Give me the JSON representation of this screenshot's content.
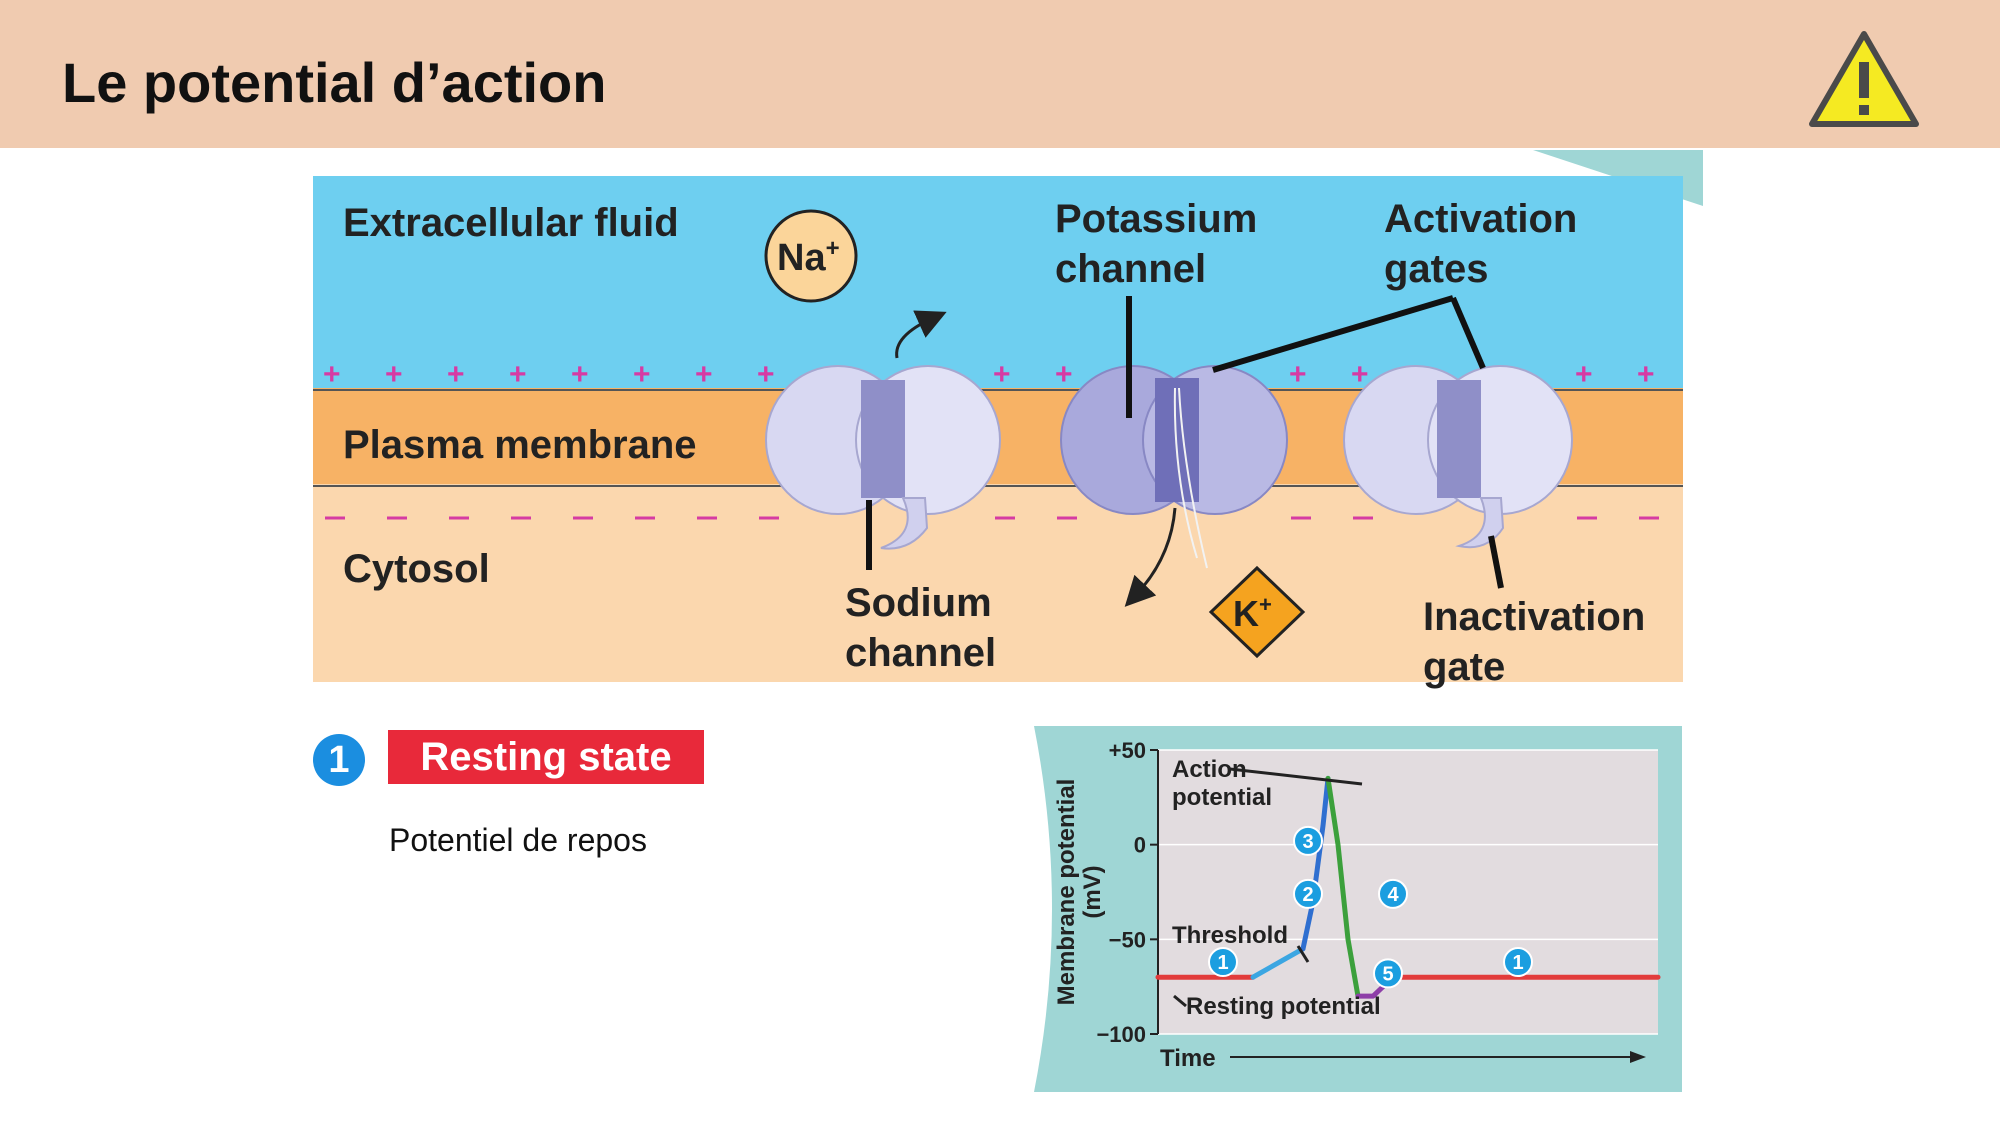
{
  "slide": {
    "title": "Le potential d’action"
  },
  "icons": {
    "warning": "warning-triangle-icon"
  },
  "membrane": {
    "extracellular_label": "Extracellular fluid",
    "plasma_label": "Plasma membrane",
    "cytosol_label": "Cytosol",
    "na_label": "Na",
    "na_charge": "+",
    "k_label": "K",
    "k_charge": "+",
    "potassium_line1": "Potassium",
    "potassium_line2": "channel",
    "activation_line1": "Activation",
    "activation_line2": "gates",
    "sodium_line1": "Sodium",
    "sodium_line2": "channel",
    "inactivation_line1": "Inactivation",
    "inactivation_line2": "gate",
    "colors": {
      "extracellular": "#6ecff0",
      "membrane": "#f7b265",
      "cytosol": "#fbd7ae",
      "channel": "#c9c9ea",
      "charges": "#d63ba3"
    }
  },
  "state": {
    "number": "1",
    "label": "Resting state",
    "description": "Potentiel de repos"
  },
  "chart_data": {
    "type": "line",
    "ylabel_line1": "Membrane potential",
    "ylabel_line2": "(mV)",
    "xlabel": "Time",
    "ylim": [
      -100,
      50
    ],
    "yticks": [
      "+50",
      "0",
      "−50",
      "−100"
    ],
    "annotations": {
      "action_line1": "Action",
      "action_line2": "potential",
      "threshold": "Threshold",
      "resting": "Resting potential"
    },
    "phase_markers": [
      "1",
      "2",
      "3",
      "4",
      "5",
      "1"
    ],
    "series": [
      {
        "phase": "resting",
        "color": "#e23b3b",
        "x": [
          0.0,
          0.19
        ],
        "y": [
          -70,
          -70
        ]
      },
      {
        "phase": "depolarization-to-threshold",
        "color": "#3ba6e2",
        "x": [
          0.19,
          0.29
        ],
        "y": [
          -70,
          -55
        ]
      },
      {
        "phase": "rising",
        "color": "#2f6fd0",
        "x": [
          0.29,
          0.31,
          0.33,
          0.34
        ],
        "y": [
          -55,
          -30,
          10,
          35
        ]
      },
      {
        "phase": "falling",
        "color": "#3ca03c",
        "x": [
          0.34,
          0.36,
          0.38,
          0.4
        ],
        "y": [
          35,
          0,
          -50,
          -80
        ]
      },
      {
        "phase": "undershoot",
        "color": "#8e3fa8",
        "x": [
          0.4,
          0.43,
          0.47
        ],
        "y": [
          -80,
          -80,
          -70
        ]
      },
      {
        "phase": "resting",
        "color": "#e23b3b",
        "x": [
          0.47,
          1.0
        ],
        "y": [
          -70,
          -70
        ]
      }
    ],
    "colors": {
      "panel_bg": "#e2dcdf",
      "frame": "#9fd6d5"
    }
  }
}
